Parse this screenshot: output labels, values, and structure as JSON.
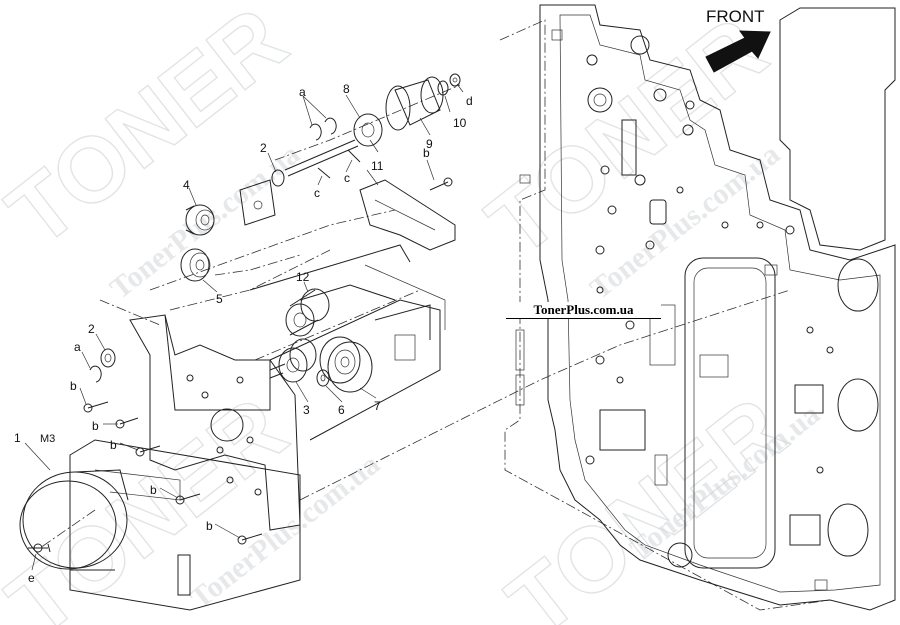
{
  "watermark": {
    "brand": "TONER",
    "url": "TonerPlus.com.ua"
  },
  "direction_label": "FRONT",
  "site_label": "TonerPlus.com.ua",
  "callouts": {
    "n1": "1",
    "m3": "M3",
    "n2a": "2",
    "n2b": "2",
    "n3": "3",
    "n4": "4",
    "n5": "5",
    "n6": "6",
    "n7": "7",
    "n8": "8",
    "n9": "9",
    "n10": "10",
    "n11": "11",
    "n12": "12",
    "a1": "a",
    "a2": "a",
    "b1": "b",
    "b2": "b",
    "b3": "b",
    "b4": "b",
    "b5": "b",
    "b6": "b",
    "c1": "c",
    "c2": "c",
    "d1": "d",
    "e1": "e"
  },
  "colors": {
    "line": "#222222",
    "watermark": "#c9cfd3",
    "arrow": "#111111"
  }
}
